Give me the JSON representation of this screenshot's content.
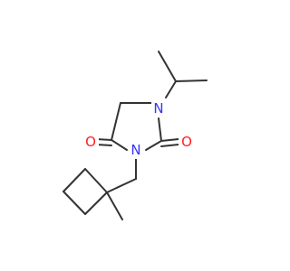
{
  "molecule": {
    "atoms": {
      "N1": {
        "symbol": "N",
        "color": "#3333ff"
      },
      "N3": {
        "symbol": "N",
        "color": "#3333ff"
      },
      "O_C2": {
        "symbol": "O",
        "color": "#ff2020"
      },
      "O_C4": {
        "symbol": "O",
        "color": "#ff2020"
      }
    },
    "bond_color": "#333333"
  }
}
